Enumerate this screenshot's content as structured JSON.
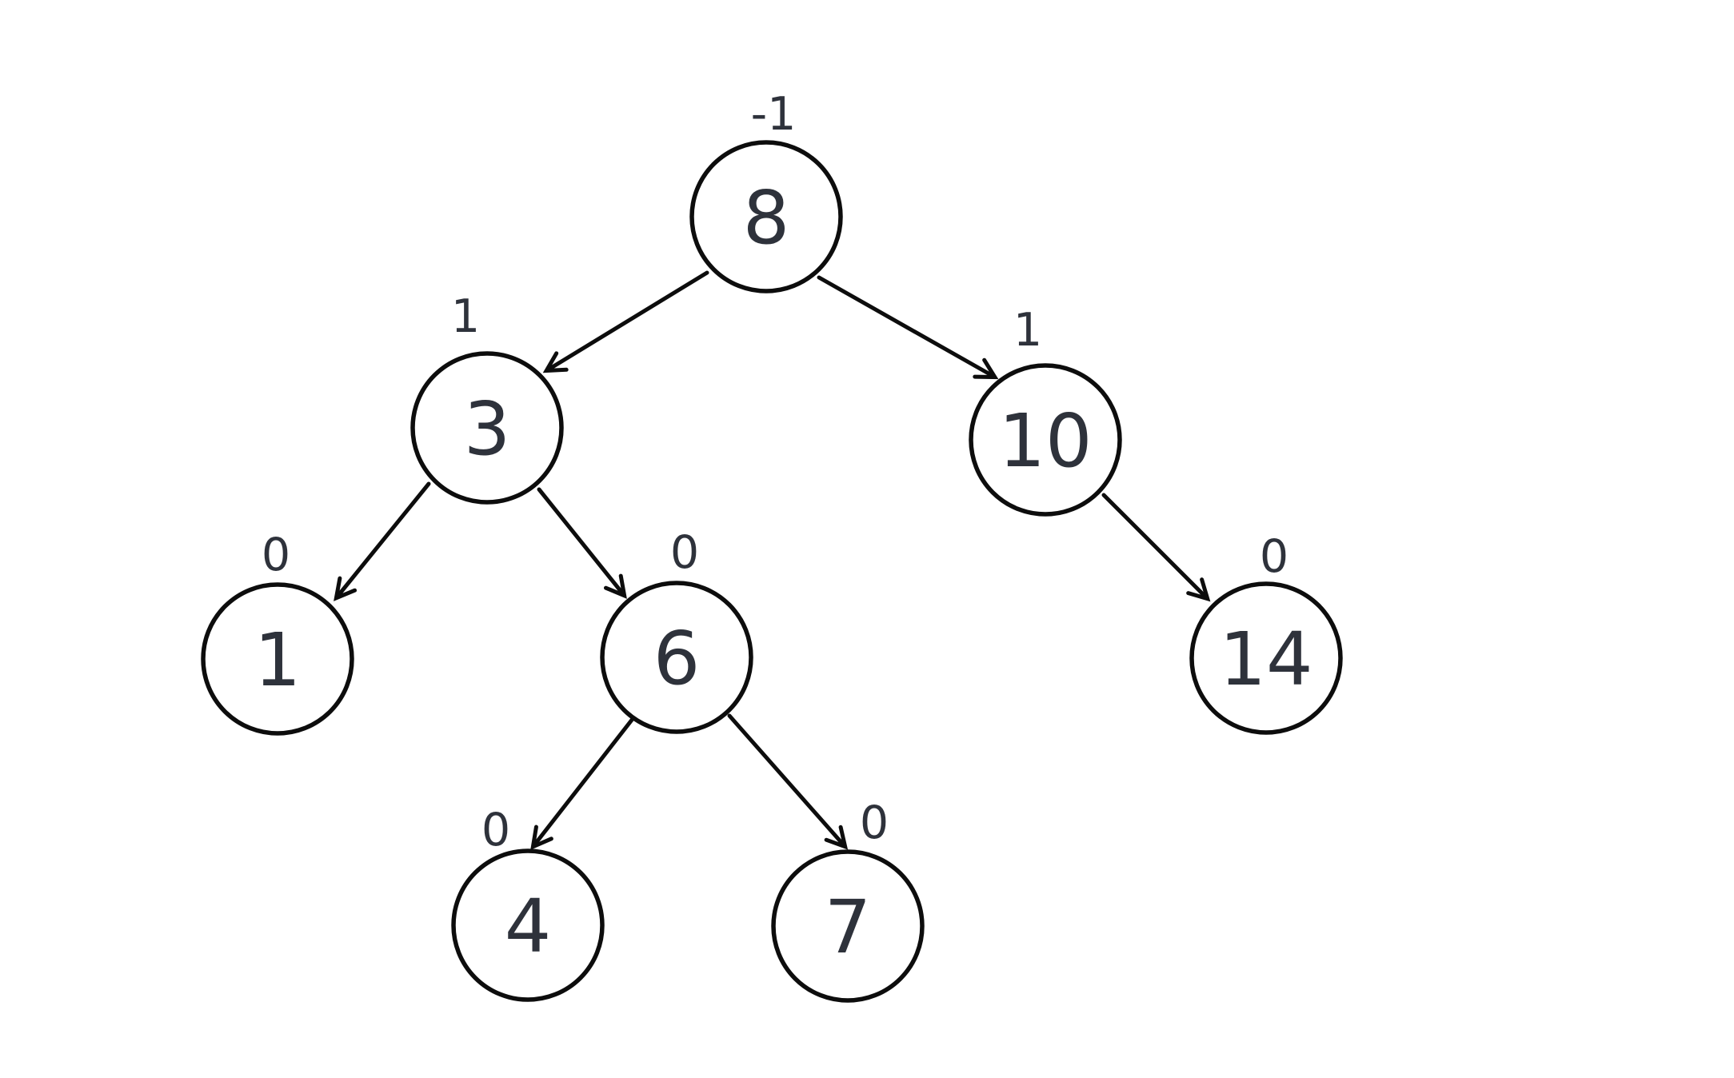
{
  "diagram": {
    "type": "binary-tree-with-balance-factors",
    "background_color": "#ffffff",
    "node_stroke_color": "#0d0d0d",
    "edge_color": "#0d0d0d",
    "text_color": "#2e323b",
    "nodes": [
      {
        "id": "8",
        "value": "8",
        "balance": "-1"
      },
      {
        "id": "3",
        "value": "3",
        "balance": "1"
      },
      {
        "id": "10",
        "value": "10",
        "balance": "1"
      },
      {
        "id": "1",
        "value": "1",
        "balance": "0"
      },
      {
        "id": "6",
        "value": "6",
        "balance": "0"
      },
      {
        "id": "14",
        "value": "14",
        "balance": "0"
      },
      {
        "id": "4",
        "value": "4",
        "balance": "0"
      },
      {
        "id": "7",
        "value": "7",
        "balance": "0"
      }
    ],
    "edges": [
      {
        "parent": "8",
        "child": "3"
      },
      {
        "parent": "8",
        "child": "10"
      },
      {
        "parent": "3",
        "child": "1"
      },
      {
        "parent": "3",
        "child": "6"
      },
      {
        "parent": "10",
        "child": "14"
      },
      {
        "parent": "6",
        "child": "4"
      },
      {
        "parent": "6",
        "child": "7"
      }
    ]
  }
}
